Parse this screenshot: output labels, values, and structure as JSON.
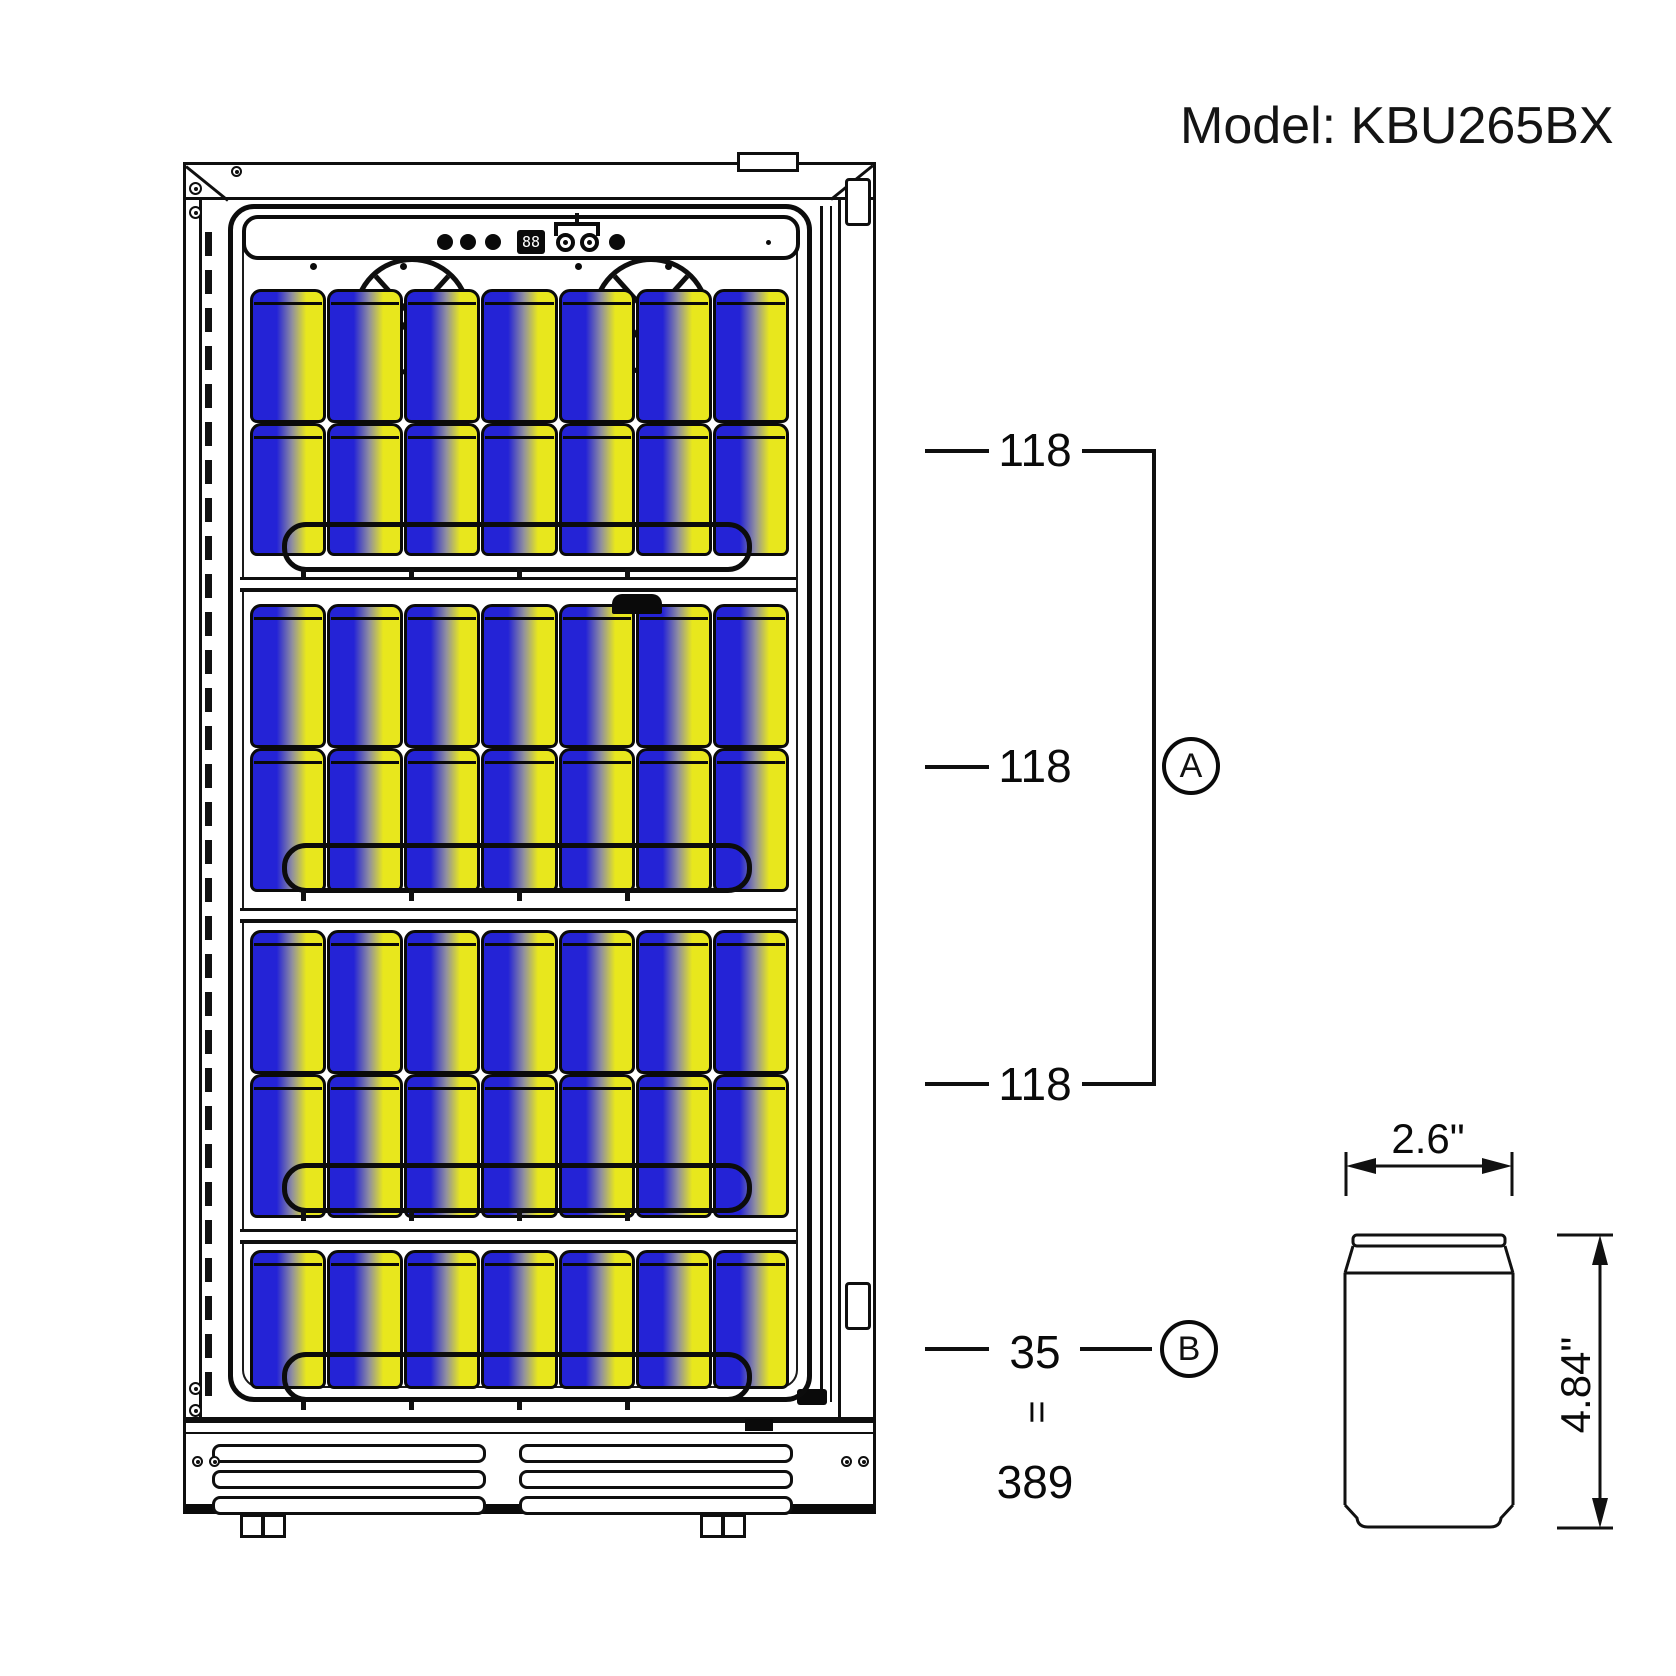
{
  "title": "Model: KBU265BX",
  "cooler": {
    "display_value": "88",
    "can_rows": [
      7,
      7,
      7,
      7,
      7,
      7,
      7
    ],
    "colors": {
      "can_blue": "#2423d6",
      "can_yellow": "#e8e71d",
      "outline": "#111111"
    }
  },
  "dims": {
    "a_top": "118",
    "a_mid": "118",
    "a_bottom": "118",
    "a_label": "A",
    "b_value": "35",
    "b_equals": "=",
    "b_total": "389",
    "b_label": "B"
  },
  "can_detail": {
    "width": "2.6\"",
    "height": "4.84\""
  }
}
